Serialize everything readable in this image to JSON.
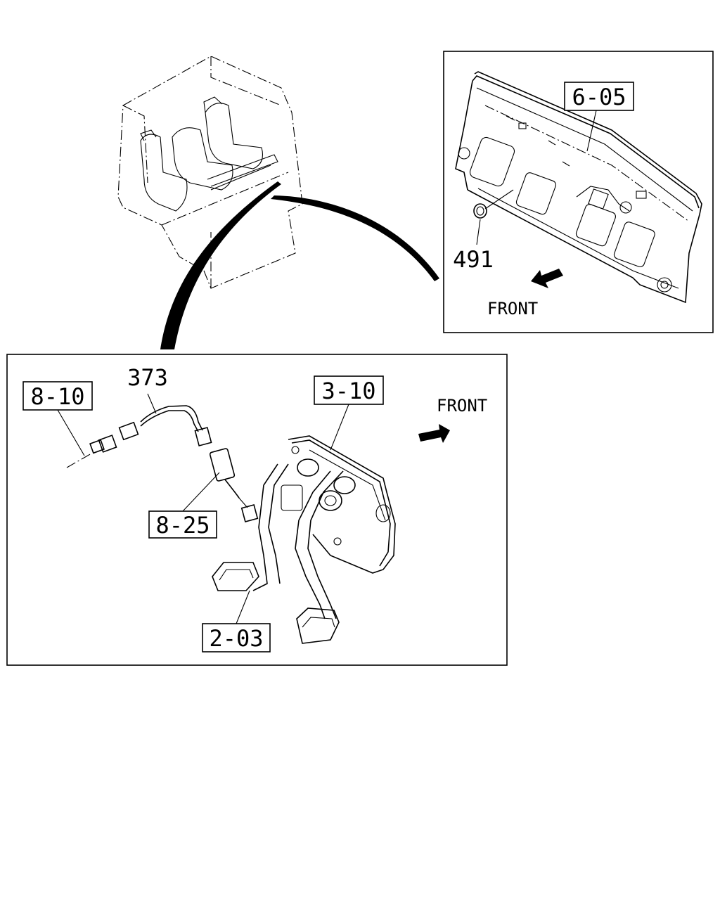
{
  "callouts": {
    "c605": "6-05",
    "c491": "491",
    "c810": "8-10",
    "c373": "373",
    "c310": "3-10",
    "c825": "8-25",
    "c203": "2-03"
  },
  "front_labels": {
    "top": "FRONT",
    "bottom": "FRONT"
  }
}
